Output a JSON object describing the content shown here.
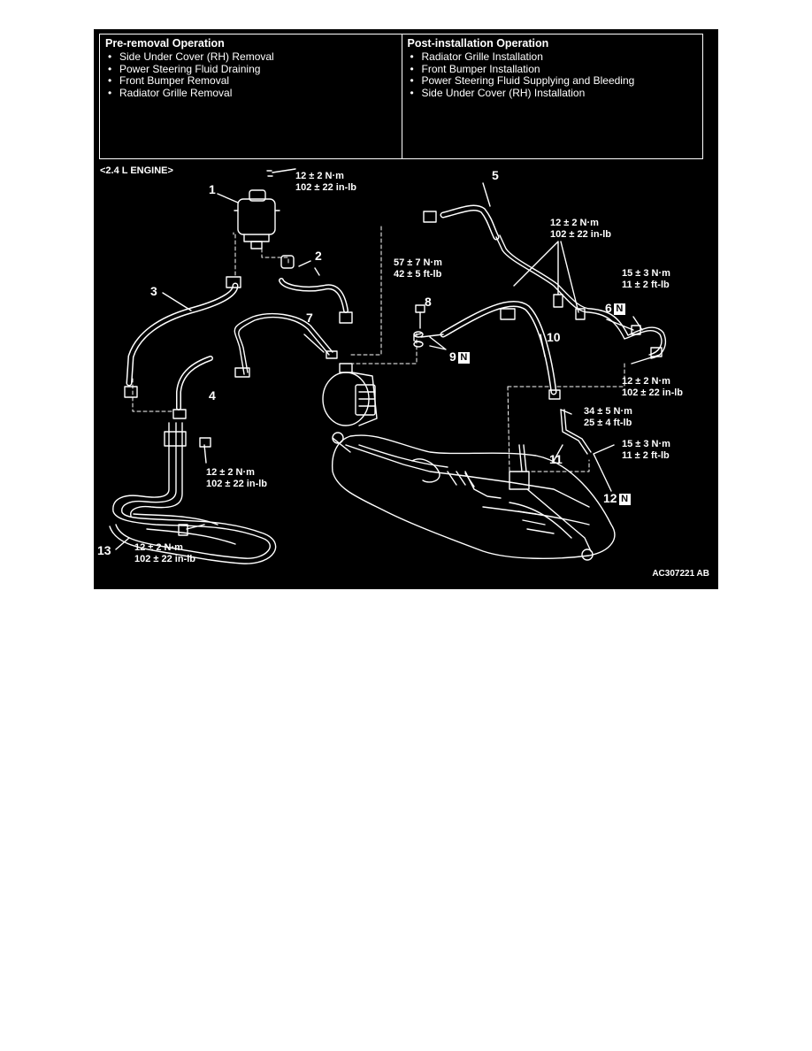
{
  "pre_removal": {
    "heading": "Pre-removal Operation",
    "items": [
      "Side Under Cover (RH) Removal",
      "Power Steering Fluid Draining",
      "Front Bumper Removal",
      "Radiator Grille Removal"
    ]
  },
  "post_installation": {
    "heading": "Post-installation Operation",
    "items": [
      "Radiator Grille Installation",
      "Front Bumper Installation",
      "Power Steering Fluid Supplying and Bleeding",
      "Side Under Cover (RH) Installation"
    ]
  },
  "engine_label": "<2.4 L ENGINE>",
  "figure_code": "AC307221 AB",
  "torques": {
    "t1": [
      "12 ± 2 N·m",
      "102 ± 22 in-lb"
    ],
    "t2": [
      "12 ± 2 N·m",
      "102 ± 22 in-lb"
    ],
    "t3": [
      "57 ± 7 N·m",
      "42 ± 5 ft-lb"
    ],
    "t4": [
      "15 ± 3 N·m",
      "11 ± 2 ft-lb"
    ],
    "t5": [
      "12 ± 2 N·m",
      "102 ± 22 in-lb"
    ],
    "t6": [
      "34 ± 5 N·m",
      "25 ± 4 ft-lb"
    ],
    "t7": [
      "15 ± 3 N·m",
      "11 ± 2 ft-lb"
    ],
    "t8": [
      "12 ± 2 N·m",
      "102 ± 22 in-lb"
    ],
    "t9": [
      "12 ± 2 N·m",
      "102 ± 22 in-lb"
    ]
  },
  "part_numbers": {
    "p1": "1",
    "p2": "2",
    "p3": "3",
    "p4": "4",
    "p5": "5",
    "p6": "6",
    "p7": "7",
    "p8": "8",
    "p9": "9",
    "p10": "10",
    "p11": "11",
    "p12": "12",
    "p13": "13"
  },
  "new_part_mark": "N"
}
